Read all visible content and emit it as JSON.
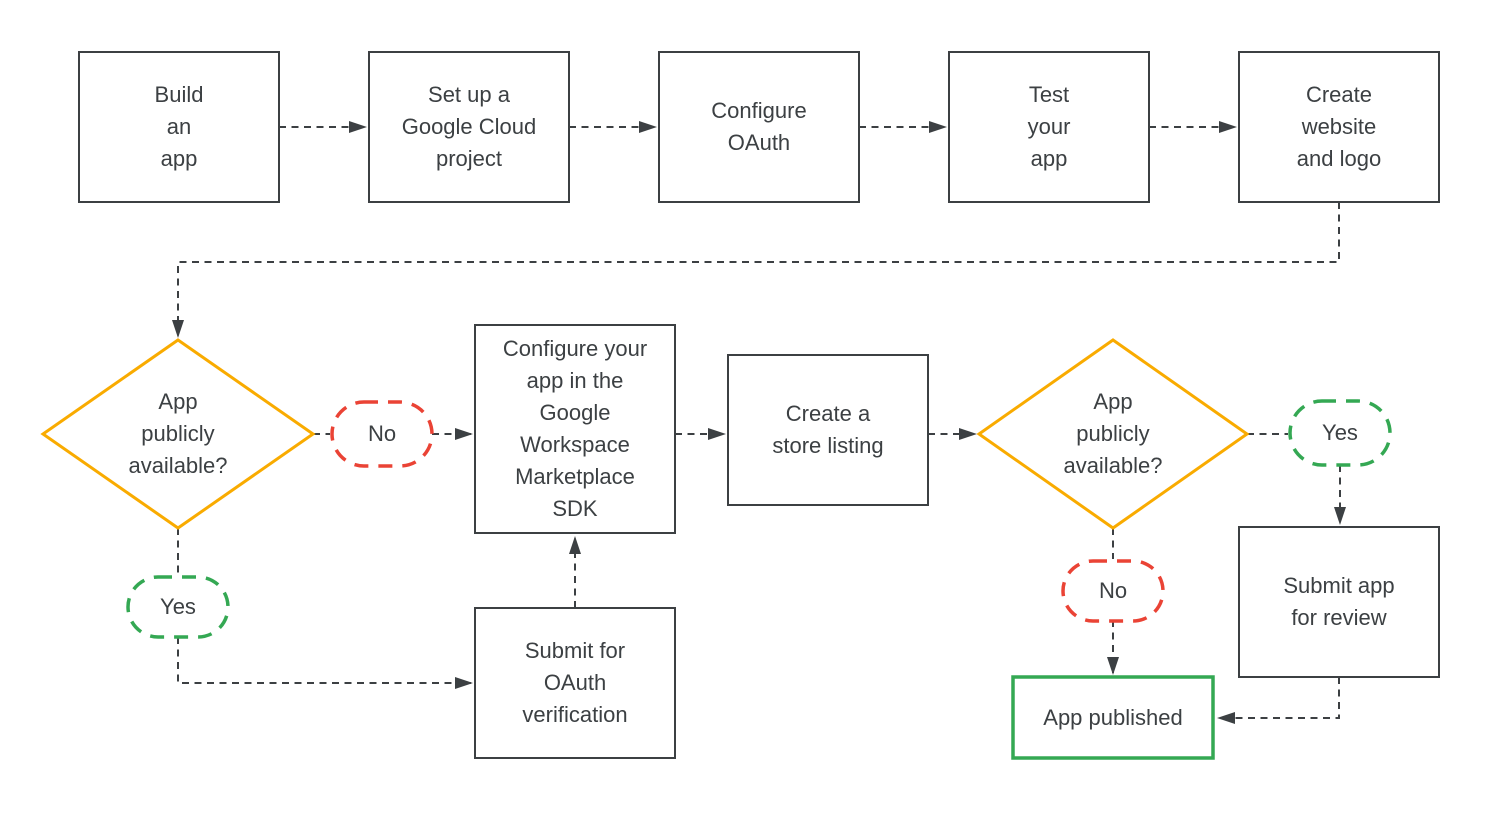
{
  "diagram": {
    "type": "flowchart",
    "colors": {
      "ink": "#3c4043",
      "decision_border": "#f9ab00",
      "no_border": "#ea4335",
      "yes_border": "#34a853",
      "published_border": "#34a853",
      "background": "#ffffff"
    },
    "nodes": {
      "build_app": {
        "kind": "process",
        "label": "Build\nan\napp"
      },
      "cloud_project": {
        "kind": "process",
        "label": "Set up a\nGoogle Cloud\nproject"
      },
      "configure_oauth": {
        "kind": "process",
        "label": "Configure\nOAuth"
      },
      "test_app": {
        "kind": "process",
        "label": "Test\nyour\napp"
      },
      "website_logo": {
        "kind": "process",
        "label": "Create\nwebsite\nand logo"
      },
      "decision_1": {
        "kind": "decision",
        "label": "App\npublicly\navailable?"
      },
      "marketplace_sdk": {
        "kind": "process",
        "label": "Configure your\napp in the\nGoogle\nWorkspace\nMarketplace\nSDK"
      },
      "store_listing": {
        "kind": "process",
        "label": "Create a\nstore listing"
      },
      "decision_2": {
        "kind": "decision",
        "label": "App\npublicly\navailable?"
      },
      "oauth_verification": {
        "kind": "process",
        "label": "Submit for\nOAuth\nverification"
      },
      "submit_review": {
        "kind": "process",
        "label": "Submit app\nfor review"
      },
      "app_published": {
        "kind": "terminal",
        "label": "App published"
      }
    },
    "edge_labels": {
      "no_1": "No",
      "yes_1": "Yes",
      "yes_2": "Yes",
      "no_2": "No"
    },
    "edges": [
      {
        "from": "build_app",
        "to": "cloud_project"
      },
      {
        "from": "cloud_project",
        "to": "configure_oauth"
      },
      {
        "from": "configure_oauth",
        "to": "test_app"
      },
      {
        "from": "test_app",
        "to": "website_logo"
      },
      {
        "from": "website_logo",
        "to": "decision_1"
      },
      {
        "from": "decision_1",
        "to": "marketplace_sdk",
        "label": "No"
      },
      {
        "from": "decision_1",
        "to": "oauth_verification",
        "label": "Yes"
      },
      {
        "from": "oauth_verification",
        "to": "marketplace_sdk"
      },
      {
        "from": "marketplace_sdk",
        "to": "store_listing"
      },
      {
        "from": "store_listing",
        "to": "decision_2"
      },
      {
        "from": "decision_2",
        "to": "submit_review",
        "label": "Yes"
      },
      {
        "from": "decision_2",
        "to": "app_published",
        "label": "No"
      },
      {
        "from": "submit_review",
        "to": "app_published"
      }
    ]
  }
}
